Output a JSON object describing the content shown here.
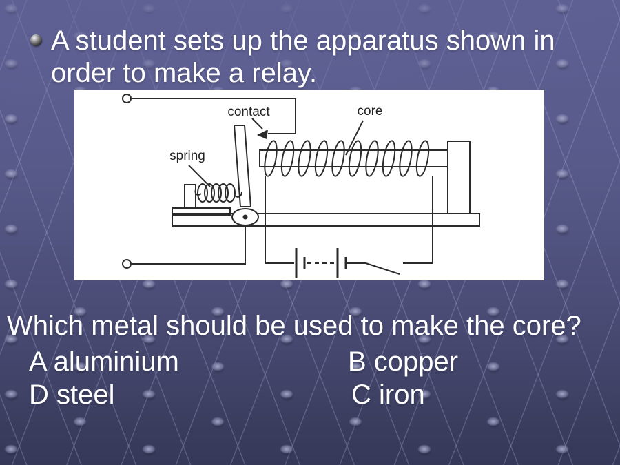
{
  "slide": {
    "bullet_text": "A student sets up the apparatus shown in order to make a relay.",
    "question": "Which metal should be used to make the core?",
    "options": {
      "a": "A aluminium",
      "b": "B copper",
      "d": "D steel",
      "c": "C iron"
    }
  },
  "diagram": {
    "labels": {
      "contact": "contact",
      "spring": "spring",
      "core": "core"
    }
  },
  "colors": {
    "background_top": "#5e6094",
    "background_bottom": "#363858",
    "text": "#ffffff",
    "diagram_background": "#ffffff",
    "diagram_line": "#2b2b2b"
  }
}
